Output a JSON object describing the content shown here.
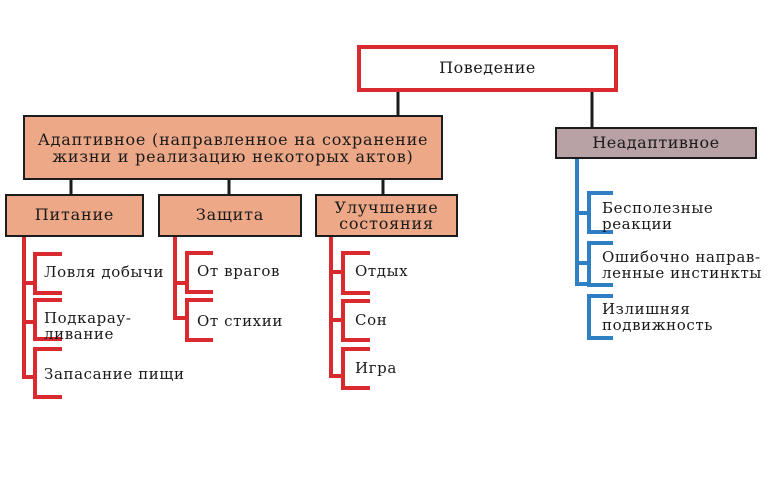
{
  "root": {
    "label": "Поведение"
  },
  "adaptive": {
    "label_line1": "Адаптивное (направленное на сохранение",
    "label_line2": "жизни и реализацию  некоторых актов)",
    "categories": [
      {
        "label_line1": "Питание",
        "label_line2": "",
        "items": [
          {
            "line1": "Ловля добычи",
            "line2": ""
          },
          {
            "line1": "Подкарау-",
            "line2": "ливание"
          },
          {
            "line1": "Запасание пищи",
            "line2": ""
          }
        ]
      },
      {
        "label_line1": "Защита",
        "label_line2": "",
        "items": [
          {
            "line1": "От врагов",
            "line2": ""
          },
          {
            "line1": "От стихии",
            "line2": ""
          }
        ]
      },
      {
        "label_line1": "Улучшение",
        "label_line2": "состояния",
        "items": [
          {
            "line1": "Отдых",
            "line2": ""
          },
          {
            "line1": "Сон",
            "line2": ""
          },
          {
            "line1": "Игра",
            "line2": ""
          }
        ]
      }
    ]
  },
  "nonadaptive": {
    "label": "Неадаптивное",
    "items": [
      {
        "line1": "Бесполезные",
        "line2": "реакции"
      },
      {
        "line1": "Ошибочно направ-",
        "line2": "ленные инстинкты"
      },
      {
        "line1": "Излишняя",
        "line2": "подвижность"
      }
    ]
  },
  "colors": {
    "adaptive_fill": "#eda888",
    "nonadaptive_fill": "#b9a2a6",
    "root_border": "#d82a2f",
    "adaptive_branch": "#d82a2f",
    "nonadaptive_branch": "#2e7fc4",
    "connector": "#1c1c1c"
  }
}
